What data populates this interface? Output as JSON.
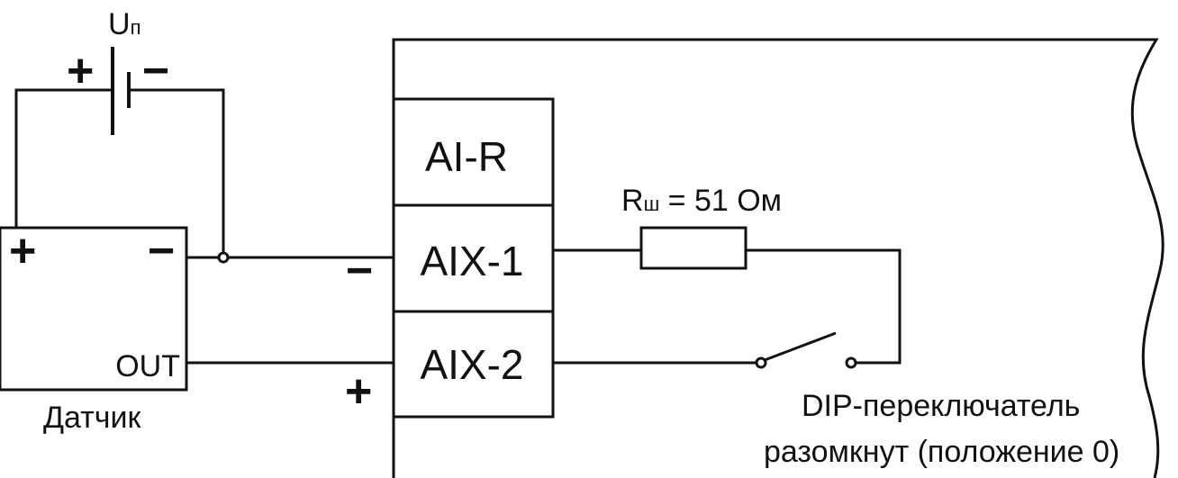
{
  "supply": {
    "label_main": "U",
    "label_sub": "п",
    "plus": "+",
    "minus": "−"
  },
  "sensor": {
    "plus": "+",
    "minus": "−",
    "out": "OUT",
    "caption": "Датчик"
  },
  "terminals": [
    {
      "id": "ai-r",
      "label": "AI-R"
    },
    {
      "id": "aix-1",
      "label": "AIX-1"
    },
    {
      "id": "aix-2",
      "label": "AIX-2"
    }
  ],
  "polarity": {
    "minus": "−",
    "plus": "+"
  },
  "resistor": {
    "label_main": "R",
    "label_sub": "ш",
    "value": " = 51 Ом"
  },
  "switch": {
    "line1": "DIP-переключатель",
    "line2": "разомкнут (положение 0)"
  }
}
